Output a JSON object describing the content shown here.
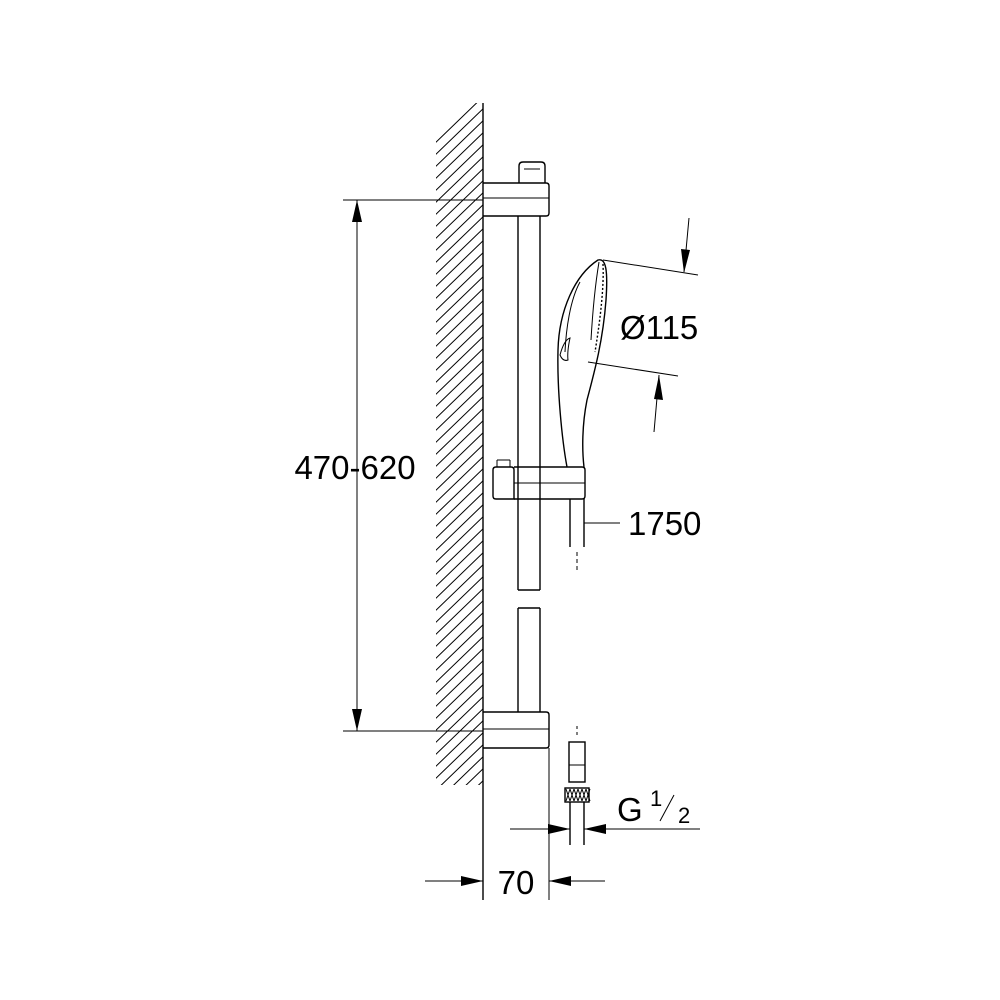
{
  "dimensions": {
    "bar_height_range": "470-620",
    "handshower_diameter": "Ø115",
    "hose_length": "1750",
    "thread_main": "G",
    "thread_num": "1",
    "thread_den": "2",
    "wall_offset": "70"
  },
  "colors": {
    "line": "#000000",
    "background": "#ffffff"
  }
}
